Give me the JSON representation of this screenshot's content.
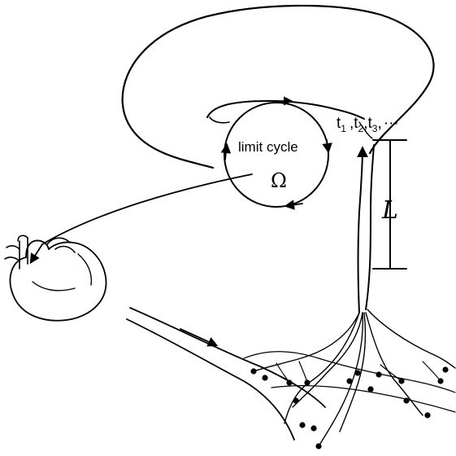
{
  "labels": {
    "limit_cycle": "limit cycle",
    "omega": "Ω",
    "t_base": "t",
    "t1_sub": "1",
    "t2_sub": "2",
    "t3_sub": "3",
    "comma": ",",
    "ellipsis": "···",
    "delay": "L"
  },
  "colors": {
    "ink": "#000000",
    "background": "#ffffff"
  }
}
